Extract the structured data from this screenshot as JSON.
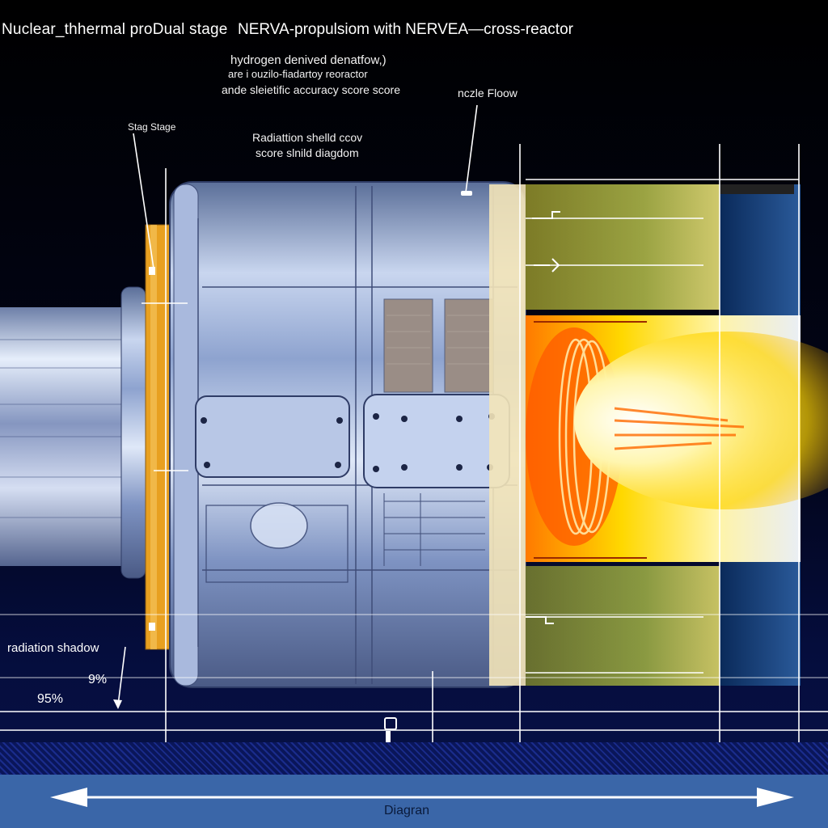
{
  "header": {
    "title_left": "Nuclear_thhermal proDual stage",
    "title_right": "NERVA-propulsiom with NERVEA—cross-reactor"
  },
  "labels": {
    "hydrogen": "hydrogen denived denatfow,)",
    "reactor_line": "are i ouzilo-fiadartoy reoractor",
    "accuracy": "ande sleietific accuracy score score",
    "nozzle": "nczle Floow",
    "stage": "Stag Stage",
    "shield_1": "Radiattion shelld ccov",
    "shield_2": "score slnild diagdom",
    "shadow": "radiation shadow",
    "pct_a": "9%",
    "pct_b": "95%",
    "bottom_caption": "Diagran"
  },
  "colors": {
    "background": "#000000",
    "steel": "#9fb4d6",
    "flange_orange": "#e8a020",
    "core_glow": "#ffd000",
    "band": "#3a66a8"
  }
}
